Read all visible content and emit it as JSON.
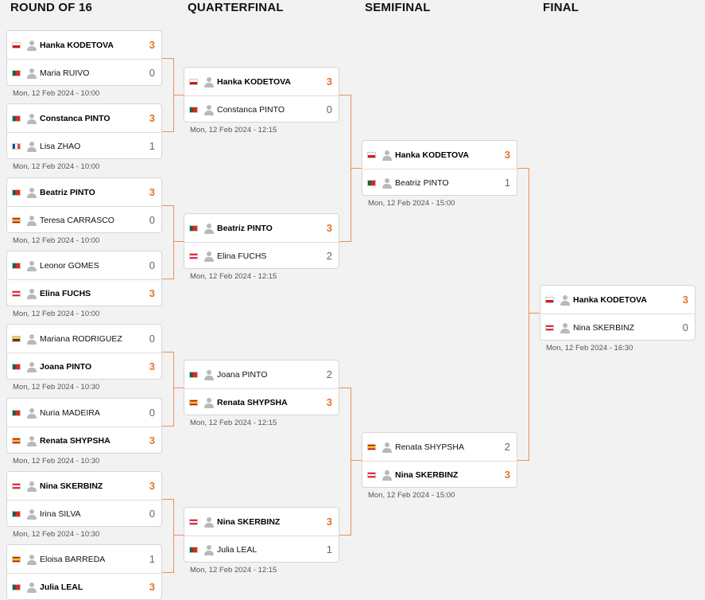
{
  "bracket": {
    "rounds": [
      {
        "title": "ROUND OF 16",
        "matches": [
          {
            "time": "Mon, 12 Feb 2024 - 10:00",
            "players": [
              {
                "name": "Hanka KODETOVA",
                "flag": "cz",
                "score": "3",
                "winner": true
              },
              {
                "name": "Maria RUIVO",
                "flag": "pt",
                "score": "0",
                "winner": false
              }
            ]
          },
          {
            "time": "Mon, 12 Feb 2024 - 10:00",
            "players": [
              {
                "name": "Constanca PINTO",
                "flag": "pt",
                "score": "3",
                "winner": true
              },
              {
                "name": "Lisa ZHAO",
                "flag": "fr",
                "score": "1",
                "winner": false
              }
            ]
          },
          {
            "time": "Mon, 12 Feb 2024 - 10:00",
            "players": [
              {
                "name": "Beatriz PINTO",
                "flag": "pt",
                "score": "3",
                "winner": true
              },
              {
                "name": "Teresa CARRASCO",
                "flag": "es",
                "score": "0",
                "winner": false
              }
            ]
          },
          {
            "time": "Mon, 12 Feb 2024 - 10:00",
            "players": [
              {
                "name": "Leonor GOMES",
                "flag": "pt",
                "score": "0",
                "winner": false
              },
              {
                "name": "Elina FUCHS",
                "flag": "at",
                "score": "3",
                "winner": true
              }
            ]
          },
          {
            "time": "Mon, 12 Feb 2024 - 10:30",
            "players": [
              {
                "name": "Mariana RODRIGUEZ",
                "flag": "co",
                "score": "0",
                "winner": false
              },
              {
                "name": "Joana PINTO",
                "flag": "pt",
                "score": "3",
                "winner": true
              }
            ]
          },
          {
            "time": "Mon, 12 Feb 2024 - 10:30",
            "players": [
              {
                "name": "Nuria MADEIRA",
                "flag": "pt",
                "score": "0",
                "winner": false
              },
              {
                "name": "Renata SHYPSHA",
                "flag": "es",
                "score": "3",
                "winner": true
              }
            ]
          },
          {
            "time": "Mon, 12 Feb 2024 - 10:30",
            "players": [
              {
                "name": "Nina SKERBINZ",
                "flag": "at",
                "score": "3",
                "winner": true
              },
              {
                "name": "Irina SILVA",
                "flag": "pt",
                "score": "0",
                "winner": false
              }
            ]
          },
          {
            "time": "",
            "players": [
              {
                "name": "Eloisa BARREDA",
                "flag": "es",
                "score": "1",
                "winner": false
              },
              {
                "name": "Julia LEAL",
                "flag": "pt",
                "score": "3",
                "winner": true
              }
            ]
          }
        ]
      },
      {
        "title": "QUARTERFINAL",
        "matches": [
          {
            "time": "Mon, 12 Feb 2024 - 12:15",
            "players": [
              {
                "name": "Hanka KODETOVA",
                "flag": "cz",
                "score": "3",
                "winner": true
              },
              {
                "name": "Constanca PINTO",
                "flag": "pt",
                "score": "0",
                "winner": false
              }
            ]
          },
          {
            "time": "Mon, 12 Feb 2024 - 12:15",
            "players": [
              {
                "name": "Beatriz PINTO",
                "flag": "pt",
                "score": "3",
                "winner": true
              },
              {
                "name": "Elina FUCHS",
                "flag": "at",
                "score": "2",
                "winner": false
              }
            ]
          },
          {
            "time": "Mon, 12 Feb 2024 - 12:15",
            "players": [
              {
                "name": "Joana PINTO",
                "flag": "pt",
                "score": "2",
                "winner": false
              },
              {
                "name": "Renata SHYPSHA",
                "flag": "es",
                "score": "3",
                "winner": true
              }
            ]
          },
          {
            "time": "Mon, 12 Feb 2024 - 12:15",
            "players": [
              {
                "name": "Nina SKERBINZ",
                "flag": "at",
                "score": "3",
                "winner": true
              },
              {
                "name": "Julia LEAL",
                "flag": "pt",
                "score": "1",
                "winner": false
              }
            ]
          }
        ]
      },
      {
        "title": "SEMIFINAL",
        "matches": [
          {
            "time": "Mon, 12 Feb 2024 - 15:00",
            "players": [
              {
                "name": "Hanka KODETOVA",
                "flag": "cz",
                "score": "3",
                "winner": true
              },
              {
                "name": "Beatriz PINTO",
                "flag": "pt",
                "score": "1",
                "winner": false
              }
            ]
          },
          {
            "time": "Mon, 12 Feb 2024 - 15:00",
            "players": [
              {
                "name": "Renata SHYPSHA",
                "flag": "es",
                "score": "2",
                "winner": false
              },
              {
                "name": "Nina SKERBINZ",
                "flag": "at",
                "score": "3",
                "winner": true
              }
            ]
          }
        ]
      },
      {
        "title": "FINAL",
        "matches": [
          {
            "time": "Mon, 12 Feb 2024 - 16:30",
            "players": [
              {
                "name": "Hanka KODETOVA",
                "flag": "cz",
                "score": "3",
                "winner": true
              },
              {
                "name": "Nina SKERBINZ",
                "flag": "at",
                "score": "0",
                "winner": false
              }
            ]
          }
        ]
      }
    ]
  },
  "colors": {
    "accent": "#e5732c",
    "connector": "#e8905a",
    "background": "#f2f2f2",
    "card": "#ffffff"
  },
  "icons": {
    "player": "player-avatar-icon"
  }
}
